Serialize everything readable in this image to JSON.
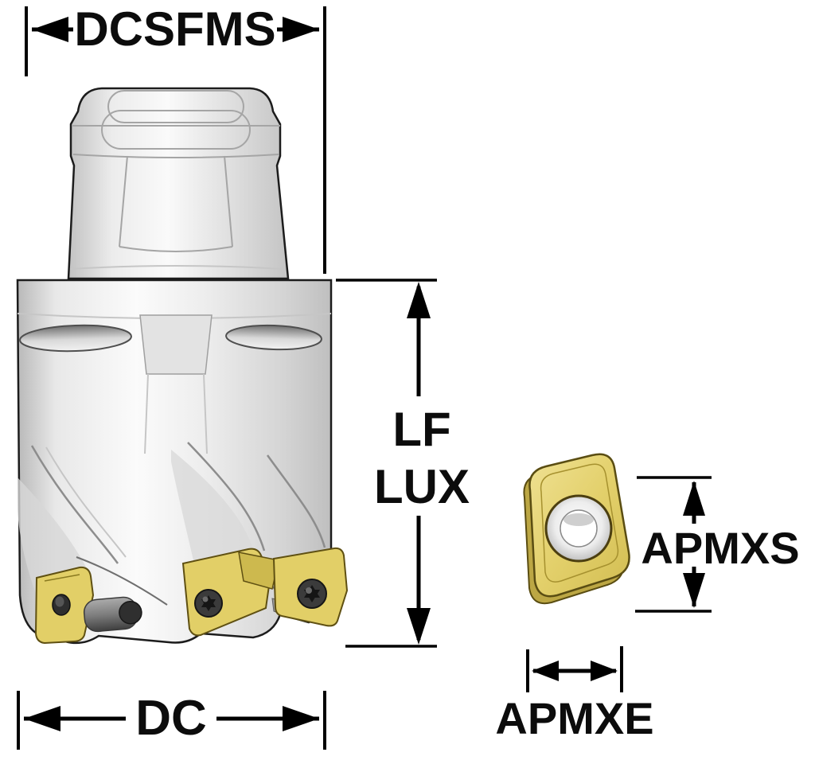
{
  "title": "Milling cutter dimension diagram",
  "labels": {
    "dcsfms": "DCSFMS",
    "lf": "LF",
    "lux": "LUX",
    "dc": "DC",
    "apmxs": "APMXS",
    "apmxe": "APMXE"
  },
  "colors": {
    "insert_gold": "#E2CF67",
    "insert_gold_dark": "#BCA744",
    "screw_dark": "#3B3B3B",
    "steel_light": "#F2F2F2",
    "steel_dark": "#BFBFBF",
    "dimension_line": "#000000"
  }
}
